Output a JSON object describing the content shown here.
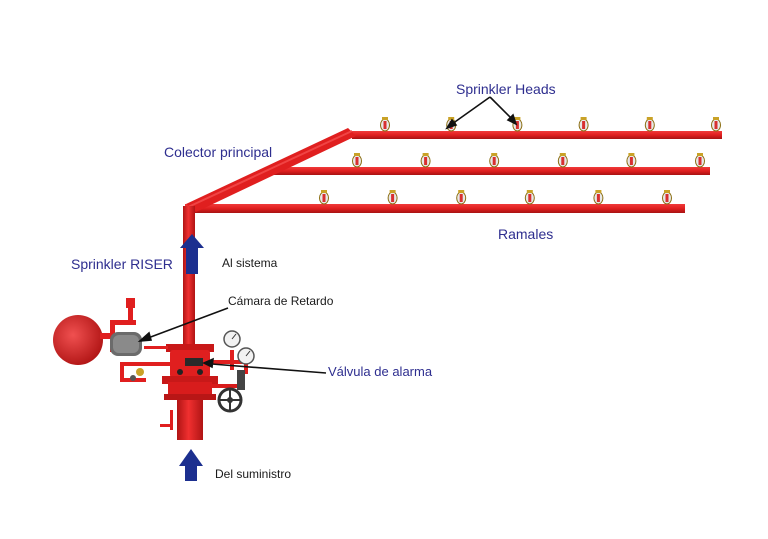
{
  "labels": {
    "sprinkler_heads": "Sprinkler Heads",
    "colector_principal": "Colector principal",
    "ramales": "Ramales",
    "sprinkler_riser": "Sprinkler RISER",
    "al_sistema": "Al sistema",
    "camara_de_retardo": "Cámara de Retardo",
    "valvula_de_alarma": "Válvula de alarma",
    "del_suministro": "Del suministro"
  },
  "colors": {
    "pipe": "#e01f1f",
    "pipe_shadow": "#b01414",
    "arrow": "#1c2f8f",
    "label_blue": "#2e2e8f",
    "label_dark": "#1a1a1a",
    "sprinkler_head": "#c9a227"
  },
  "sprinkler_heads_per_branch": [
    6,
    6,
    6
  ]
}
